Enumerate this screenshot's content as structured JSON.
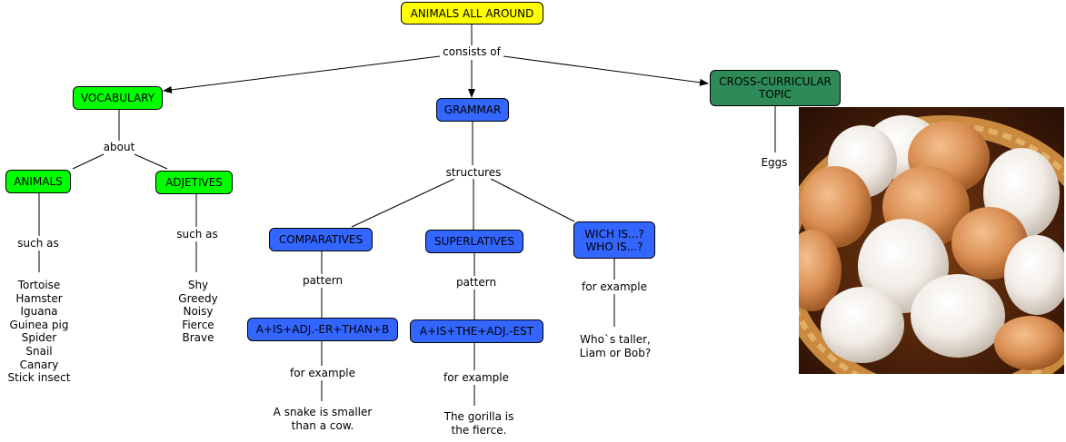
{
  "nodes": {
    "root": "ANIMALS ALL AROUND",
    "vocabulary": "VOCABULARY",
    "grammar": "GRAMMAR",
    "cross": "CROSS-CURRICULAR TOPIC",
    "animals": "ANIMALS",
    "adjetives": "ADJETIVES",
    "comparatives": "COMPARATIVES",
    "superlatives": "SUPERLATIVES",
    "wich": "WICH IS...? WHO IS...?",
    "comp_pattern": "A+IS+ADJ.-ER+THAN+B",
    "super_pattern": "A+IS+THE+ADJ.-EST"
  },
  "links": {
    "consists_of": "consists of",
    "about": "about",
    "structures": "structures",
    "such_as_1": "such as",
    "such_as_2": "such as",
    "pattern_1": "pattern",
    "pattern_2": "pattern",
    "for_example_1": "for example",
    "for_example_2": "for example",
    "for_example_3": "for example"
  },
  "leaves": {
    "eggs": "Eggs",
    "animals_list": "Tortoise\nHamster\nIguana\nGuinea pig\nSpider\nSnail\nCanary\nStick insect",
    "adjectives_list": "Shy\nGreedy\nNoisy\nFierce\nBrave",
    "comp_example": "A snake is smaller\nthan a cow.",
    "super_example": "The gorilla is\nthe fierce.",
    "wich_example": "Who`s taller,\nLiam or Bob?"
  },
  "colors": {
    "root": "#ffff00",
    "vocabulary": "#00ff00",
    "grammar": "#3366ff",
    "cross": "#2e8b57"
  }
}
